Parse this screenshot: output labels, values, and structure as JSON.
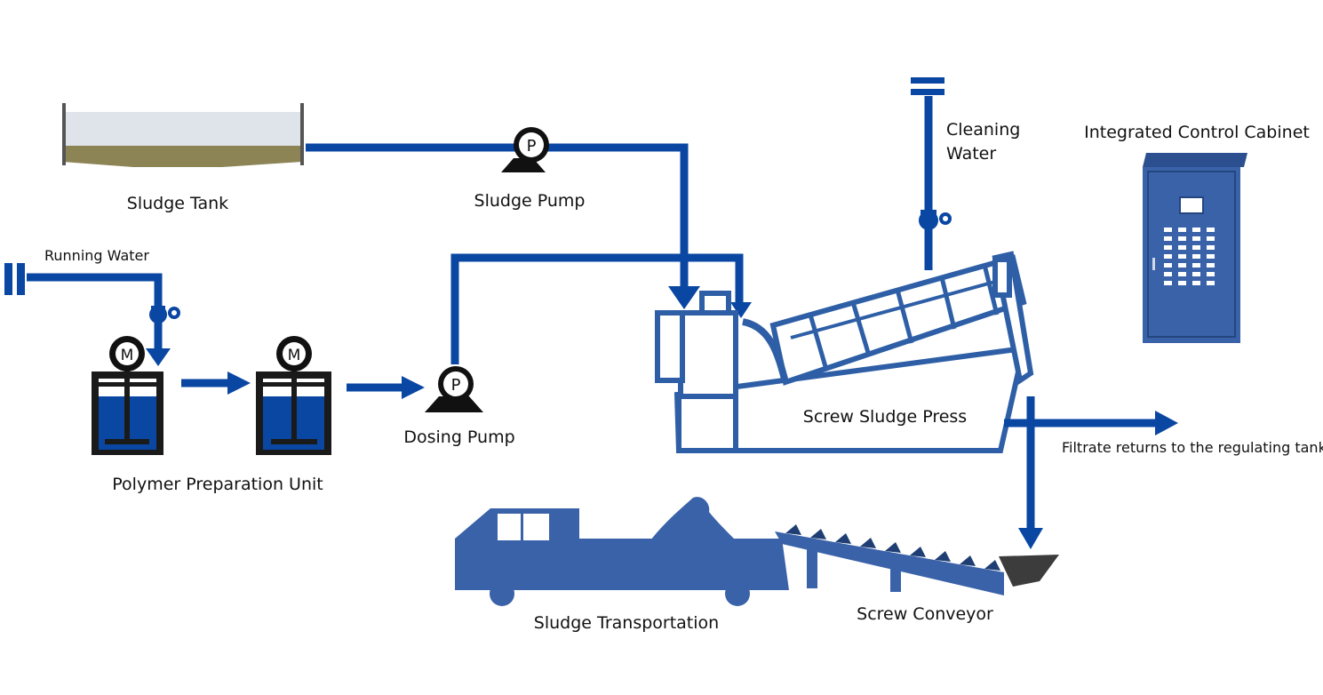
{
  "labels": {
    "sludge_tank": "Sludge Tank",
    "sludge_pump": "Sludge Pump",
    "running_water": "Running Water",
    "polymer_unit": "Polymer Preparation Unit",
    "dosing_pump": "Dosing Pump",
    "cleaning_water_line1": "Cleaning",
    "cleaning_water_line2": "Water",
    "control_cabinet": "Integrated Control Cabinet",
    "screw_press": "Screw Sludge Press",
    "filtrate": "Filtrate returns to the regulating tank",
    "transport": "Sludge Transportation",
    "conveyor": "Screw Conveyor"
  },
  "symbols": {
    "pump_letter": "P",
    "motor_letter": "M"
  },
  "colors": {
    "pipe": "#0a47a3",
    "equipment": "#3a62a9",
    "tank_sludge": "#8d8456",
    "tank_water": "#dfe3ea",
    "symbol_dark": "#111111"
  }
}
